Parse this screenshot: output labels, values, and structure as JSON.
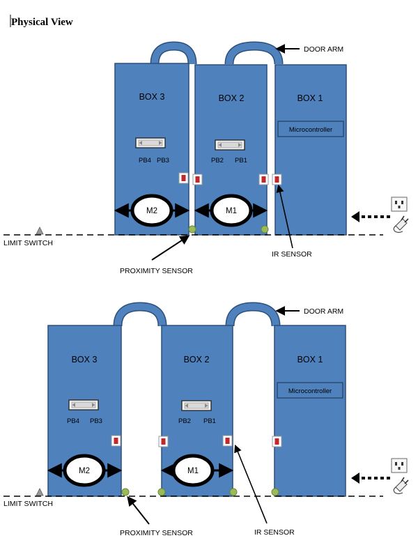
{
  "title": "Physical View",
  "labels": {
    "door_arm": "DOOR ARM",
    "limit_switch": "LIMIT SWITCH",
    "proximity_sensor": "PROXIMITY SENSOR",
    "ir_sensor": "IR SENSOR",
    "microcontroller": "Microcontroller"
  },
  "boxes": {
    "box1": "BOX 1",
    "box2": "BOX 2",
    "box3": "BOX 3"
  },
  "buttons": {
    "pb1": "PB1",
    "pb2": "PB2",
    "pb3": "PB3",
    "pb4": "PB4"
  },
  "motors": {
    "m1": "M1",
    "m2": "M2"
  },
  "colors": {
    "box_fill": "#4f81bd",
    "door_arm": "#4f81bd",
    "ir_sensor": "#c0282d",
    "proximity_sensor": "#9bbb59"
  },
  "icons": [
    "limit-switch-icon",
    "power-socket-icon",
    "power-plug-icon",
    "push-button-icon",
    "arrow-icon"
  ]
}
